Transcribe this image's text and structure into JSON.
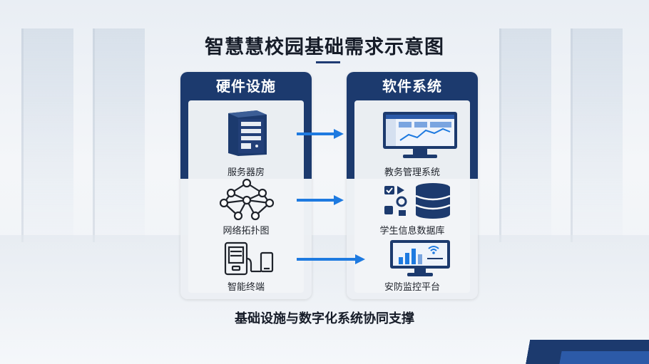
{
  "title": "智慧慧校园基础需求示意图",
  "hardware": {
    "heading": "硬件设施",
    "items": [
      {
        "label": "服务器房",
        "icon": "server-rack-icon"
      },
      {
        "label": "网络拓扑图",
        "icon": "network-topology-icon"
      },
      {
        "label": "智能终端",
        "icon": "smart-terminal-icon"
      }
    ]
  },
  "software": {
    "heading": "软件系统",
    "items": [
      {
        "label": "教务管理系统",
        "icon": "monitor-dashboard-icon"
      },
      {
        "label": "学生信息数据库",
        "icon": "database-icon"
      },
      {
        "label": "安防监控平台",
        "icon": "monitor-chart-icon"
      }
    ]
  },
  "footer": "基础设施与数字化系统协同支撑",
  "colors": {
    "navy": "#1c3a6e",
    "accent_blue": "#1e7ae0",
    "text": "#161c28"
  }
}
